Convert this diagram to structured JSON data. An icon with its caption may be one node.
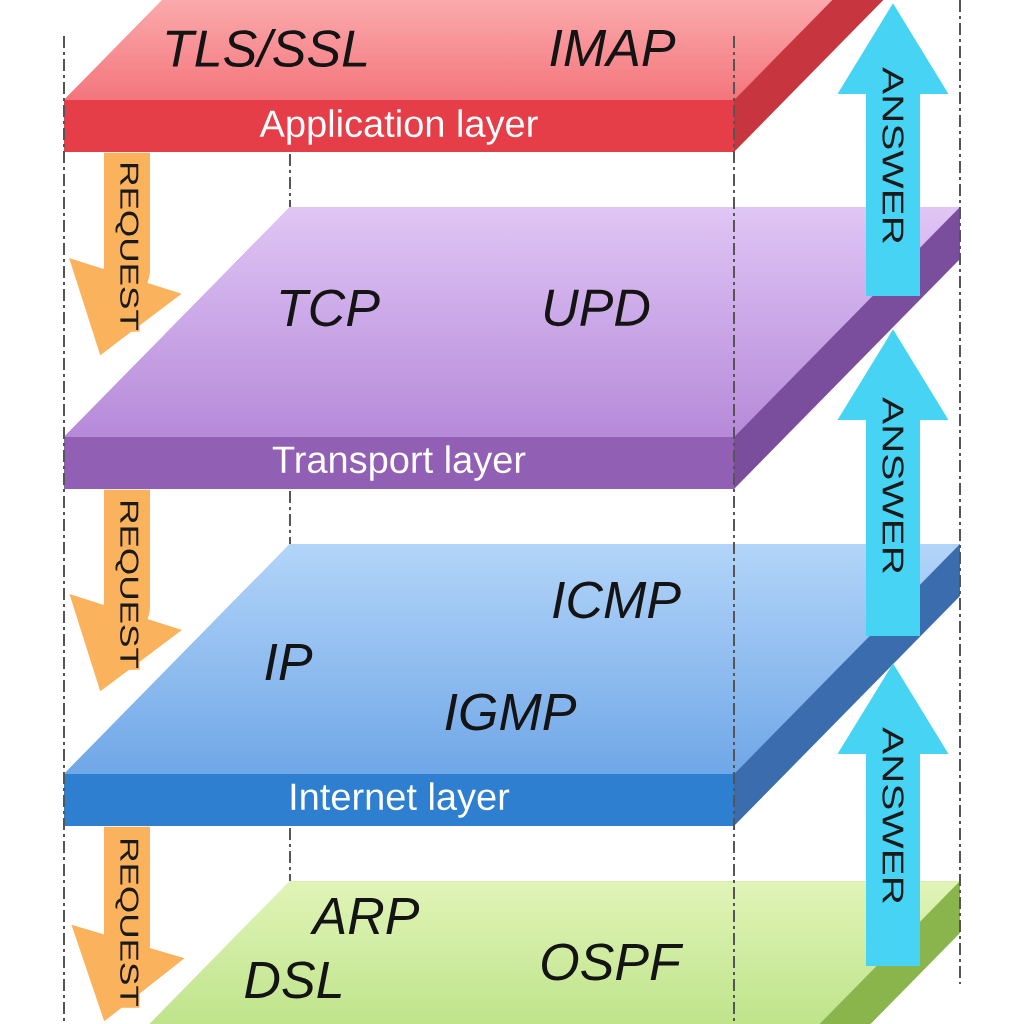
{
  "diagram": {
    "nodes": [
      {
        "text": [
          "TLS/SSL",
          "IMAP",
          "Application layer"
        ]
      },
      {
        "text": [
          "TCP",
          "UPD",
          "Transport layer"
        ]
      },
      {
        "text": [
          "ICMP",
          "IP",
          "IGMP",
          "Internet layer"
        ]
      },
      {
        "text": [
          "ARP",
          "OSPF",
          "DSL"
        ]
      }
    ],
    "edges": [
      {
        "from": 0,
        "to": 1,
        "arrow": "to",
        "label": "REQUEST",
        "color": "#fbb25c"
      },
      {
        "from": 1,
        "to": 2,
        "arrow": "to",
        "label": "REQUEST",
        "color": "#fbb25c"
      },
      {
        "from": 2,
        "to": 3,
        "arrow": "to",
        "label": "REQUEST",
        "color": "#fbb25c"
      },
      {
        "from": 3,
        "to": 2,
        "arrow": "to",
        "label": "ANSWER",
        "color": "#47d3f3"
      },
      {
        "from": 2,
        "to": 1,
        "arrow": "to",
        "label": "ANSWER",
        "color": "#47d3f3"
      },
      {
        "from": 1,
        "to": 0,
        "arrow": "to",
        "label": "ANSWER",
        "color": "#47d3f3"
      }
    ]
  }
}
